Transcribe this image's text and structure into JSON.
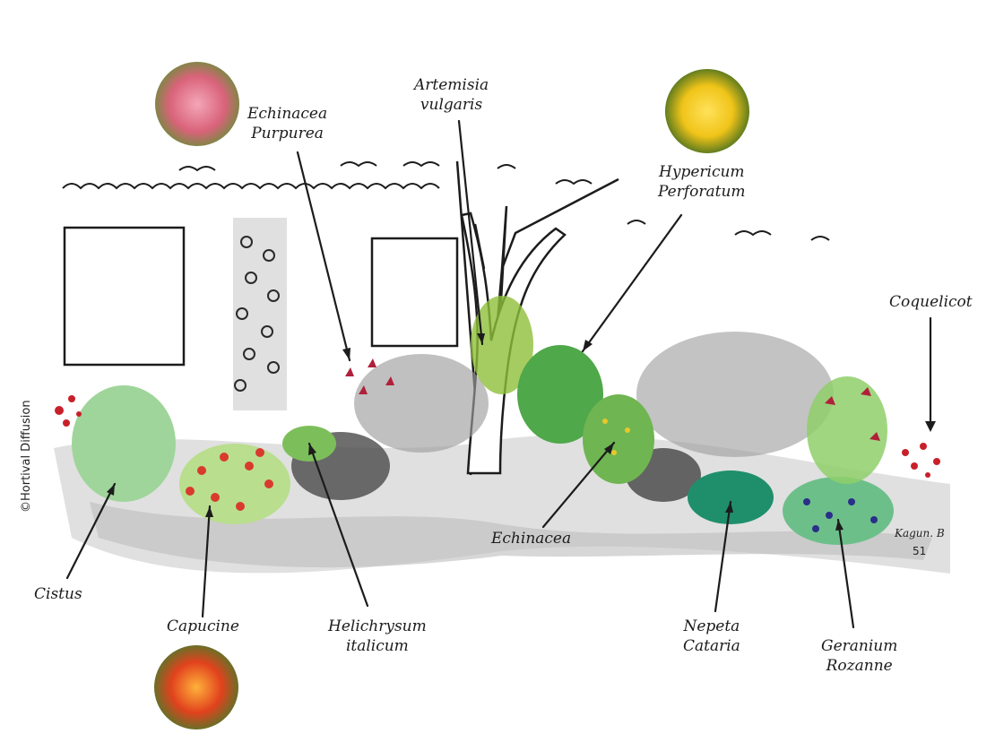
{
  "credit": "©Hortival Diffusion",
  "signature": "Kagun. B",
  "signature_mark": "51",
  "labels": {
    "echinacea_purpurea": [
      "Echinacea",
      "Purpurea"
    ],
    "artemisia_vulgaris": [
      "Artemisia",
      "vulgaris"
    ],
    "hypericum_perforatum": [
      "Hypericum",
      "Perforatum"
    ],
    "coquelicot": "Coquelicot",
    "cistus": "Cistus",
    "capucine": "Capucine",
    "helichrysum_italicum": [
      "Helichrysum",
      "italicum"
    ],
    "echinacea": "Echinacea",
    "nepeta_cataria": [
      "Nepeta",
      "Cataria"
    ],
    "geranium_rozanne": [
      "Geranium",
      "Rozanne"
    ]
  },
  "colors": {
    "ink": "#1c1c1c",
    "ground_shadow": "#cfcfcf",
    "cistus_green": "#9fd59a",
    "capucine_green": "#b9de8e",
    "capucine_red": "#d93a2e",
    "echinacea_green": "#4fa84a",
    "nepeta_teal": "#1f8f6b",
    "geranium_blue": "#2a2f8a",
    "poppy_red": "#c8202a",
    "hypericum_yellow": "#f2d21a"
  }
}
